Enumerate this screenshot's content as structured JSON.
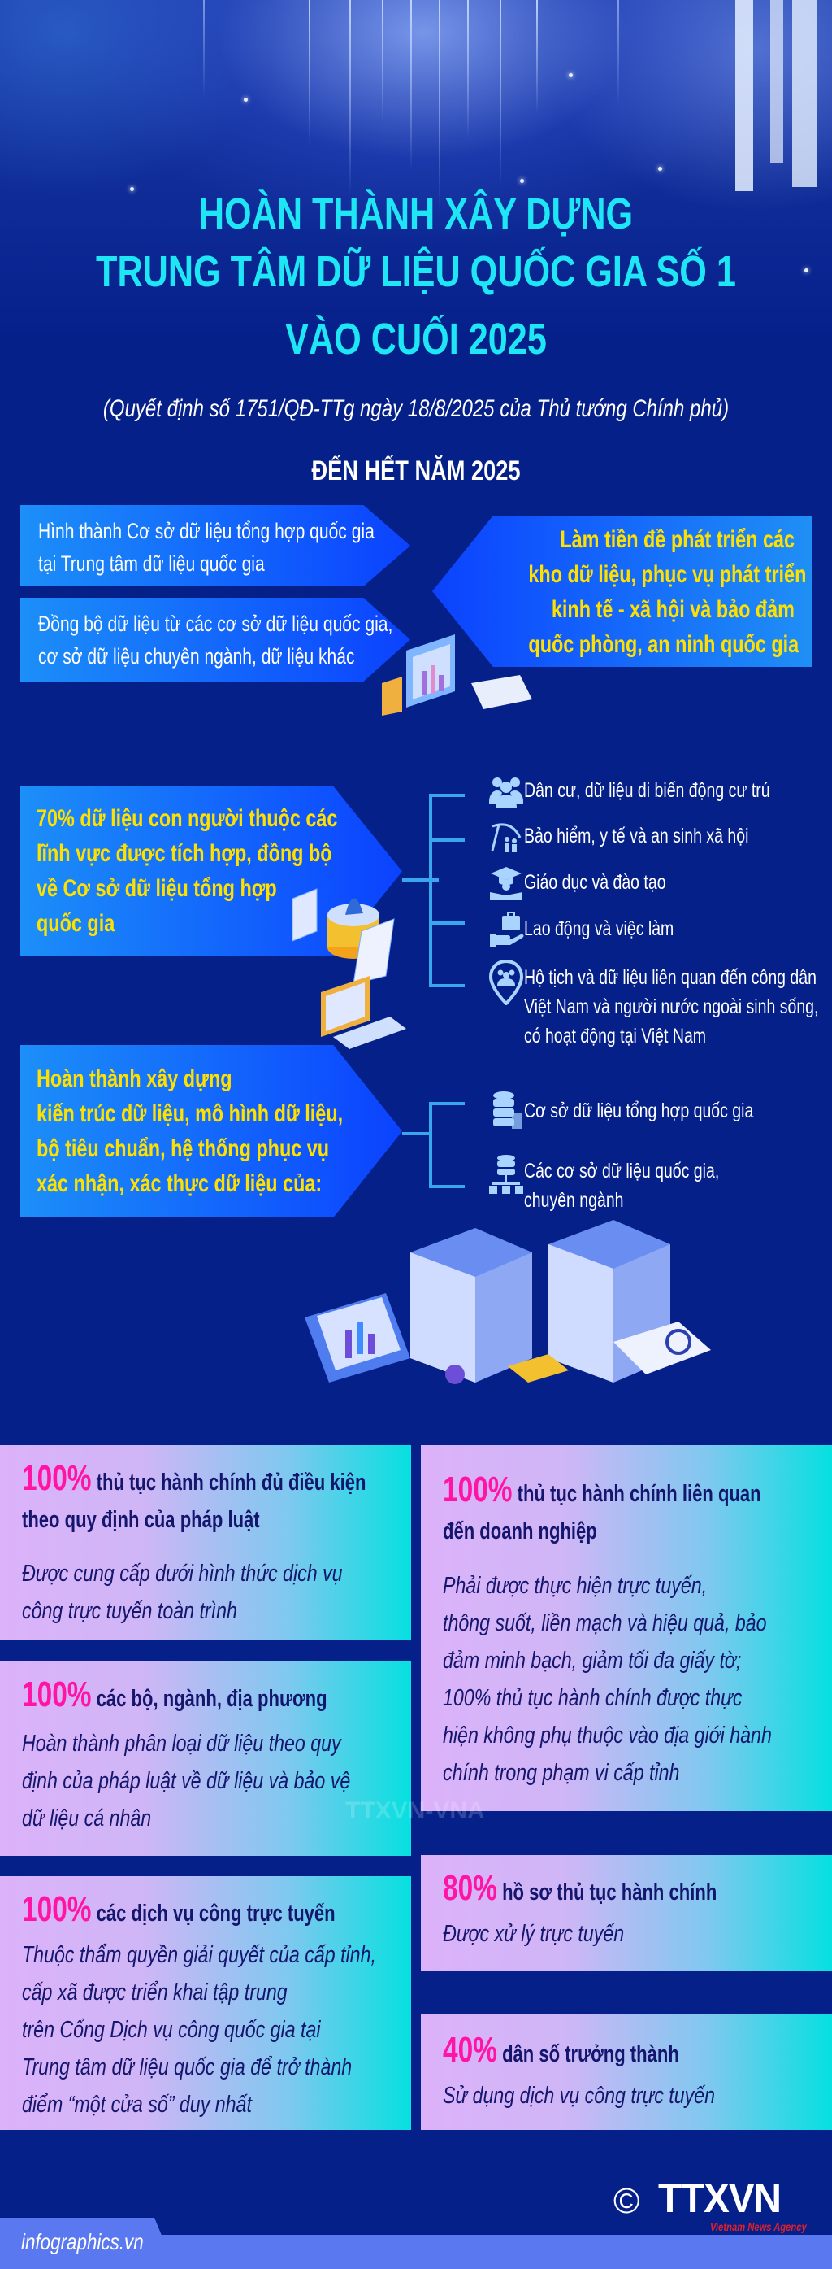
{
  "title": {
    "lines": [
      "HOÀN THÀNH XÂY DỰNG",
      "TRUNG TÂM DỮ LIỆU QUỐC GIA SỐ 1",
      "VÀO CUỐI 2025"
    ],
    "subtitle": "(Quyết định số 1751/QĐ-TTg ngày 18/8/2025 của Thủ tướng Chính phủ)"
  },
  "section_heading": "ĐẾN HẾT NĂM 2025",
  "goals": {
    "box1": [
      "Hình thành Cơ sở dữ liệu tổng hợp quốc gia",
      "tại Trung tâm dữ liệu quốc gia"
    ],
    "box2": [
      "Đồng bộ dữ liệu từ các cơ sở dữ liệu quốc gia,",
      "cơ sở dữ liệu chuyên ngành, dữ liệu khác"
    ],
    "result": [
      "Làm tiền đề phát triển các",
      "kho dữ liệu, phục vụ phát triển",
      "kinh tế - xã hội và bảo đảm",
      "quốc phòng, an ninh quốc gia"
    ]
  },
  "integration": {
    "box": [
      "70% dữ liệu con người thuộc các",
      "lĩnh vực được tích hợp, đồng bộ",
      "về Cơ sở dữ liệu tổng hợp",
      "quốc gia"
    ],
    "items": [
      {
        "icon": "people-icon",
        "lines": [
          "Dân cư, dữ liệu di biến động cư trú"
        ]
      },
      {
        "icon": "umbrella-family-icon",
        "lines": [
          "Bảo hiểm, y tế và an sinh xã hội"
        ]
      },
      {
        "icon": "graduation-icon",
        "lines": [
          "Giáo dục và đào tạo"
        ]
      },
      {
        "icon": "briefcase-hand-icon",
        "lines": [
          "Lao động và việc làm"
        ]
      },
      {
        "icon": "location-people-icon",
        "lines": [
          "Hộ tịch và dữ liệu liên quan đến công dân",
          "Việt Nam và người nước ngoài sinh sống,",
          "có hoạt động tại Việt Nam"
        ]
      }
    ]
  },
  "architecture": {
    "box": [
      "Hoàn thành xây dựng",
      "kiến trúc dữ liệu, mô hình dữ liệu,",
      "bộ tiêu chuẩn, hệ thống phục vụ",
      "xác nhận, xác thực dữ liệu của:"
    ],
    "items": [
      {
        "icon": "database-server-icon",
        "lines": [
          "Cơ sở dữ liệu tổng hợp quốc gia"
        ]
      },
      {
        "icon": "database-network-icon",
        "lines": [
          "Các cơ sở dữ liệu quốc gia,",
          "chuyên ngành"
        ]
      }
    ]
  },
  "cards": {
    "c1": {
      "pct": "100%",
      "head": [
        "thủ tục hành chính đủ điều kiện",
        "theo quy định của pháp luật"
      ],
      "body": [
        "Được cung cấp dưới hình thức dịch vụ",
        "công trực tuyến toàn trình"
      ]
    },
    "c2": {
      "pct": "100%",
      "head": [
        "các bộ, ngành, địa phương"
      ],
      "body": [
        "Hoàn thành phân loại dữ liệu theo quy",
        "định của pháp luật về dữ liệu và bảo vệ",
        "dữ liệu cá nhân"
      ]
    },
    "c3": {
      "pct": "100%",
      "head": [
        "các dịch vụ công trực tuyến"
      ],
      "body": [
        "Thuộc thẩm quyền giải quyết của cấp tỉnh,",
        "cấp xã được triển khai tập trung",
        "trên Cổng Dịch vụ công quốc gia tại",
        "Trung tâm dữ liệu quốc gia để trở thành",
        "điểm “một cửa số” duy nhất"
      ]
    },
    "c4": {
      "pct": "100%",
      "head": [
        "thủ tục hành chính liên quan",
        "đến doanh nghiệp"
      ],
      "body": [
        "Phải được thực hiện trực tuyến,",
        "thông suốt, liền mạch và hiệu quả, bảo",
        "đảm minh bạch, giảm tối đa giấy tờ;",
        "100% thủ tục hành chính được thực",
        "hiện không phụ thuộc vào địa giới hành",
        "chính trong phạm vi cấp tỉnh"
      ]
    },
    "c5": {
      "pct": "80%",
      "head": [
        "hồ sơ thủ tục hành chính"
      ],
      "body": [
        "Được xử lý trực tuyến"
      ]
    },
    "c6": {
      "pct": "40%",
      "head": [
        "dân số trưởng thành"
      ],
      "body": [
        "Sử dụng dịch vụ công trực tuyến"
      ]
    }
  },
  "footer": {
    "site": "infographics.vn",
    "copyright": "©",
    "logo": "TTXVN",
    "logo_sub": "Vietnam News Agency",
    "watermark": "TTXVN-VNA"
  },
  "colors": {
    "background": "#06208a",
    "title": "#1ee6f5",
    "yellow": "#ffe100",
    "magenta": "#ff14a6",
    "navy_text": "#14166e"
  }
}
